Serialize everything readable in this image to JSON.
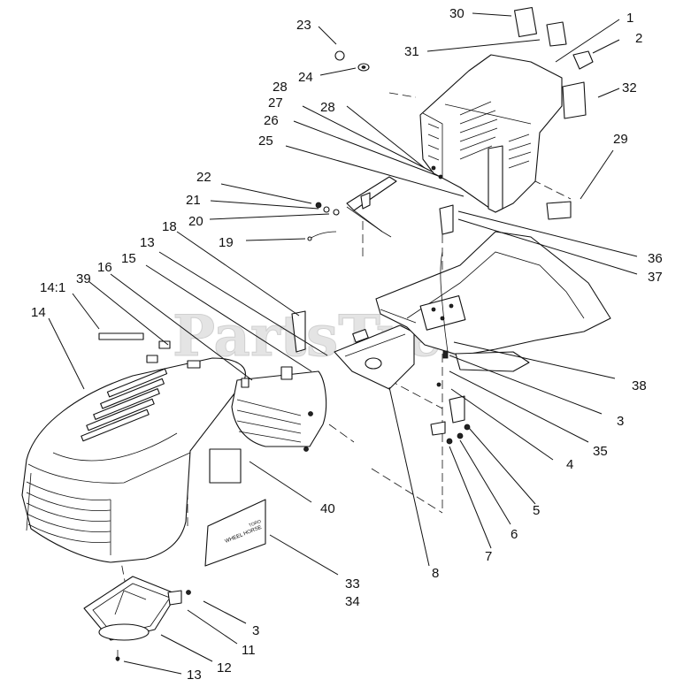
{
  "watermark": "PartsTree",
  "callouts": {
    "c1": "1",
    "c2": "2",
    "c3a": "3",
    "c3b": "3",
    "c4": "4",
    "c5": "5",
    "c6": "6",
    "c7": "7",
    "c8": "8",
    "c11": "11",
    "c12": "12",
    "c13a": "13",
    "c13b": "13",
    "c14": "14",
    "c14_1": "14:1",
    "c15": "15",
    "c16": "16",
    "c18": "18",
    "c19": "19",
    "c20": "20",
    "c21": "21",
    "c22": "22",
    "c23": "23",
    "c24": "24",
    "c25": "25",
    "c26": "26",
    "c27": "27",
    "c28a": "28",
    "c28b": "28",
    "c29": "29",
    "c30": "30",
    "c31": "31",
    "c32": "32",
    "c33": "33",
    "c34": "34",
    "c35": "35",
    "c36": "36",
    "c37": "37",
    "c38": "38",
    "c39": "39",
    "c40": "40"
  },
  "decal_text": {
    "brand_line1": "WHEEL HORSE",
    "brand_line2": "TORO"
  }
}
